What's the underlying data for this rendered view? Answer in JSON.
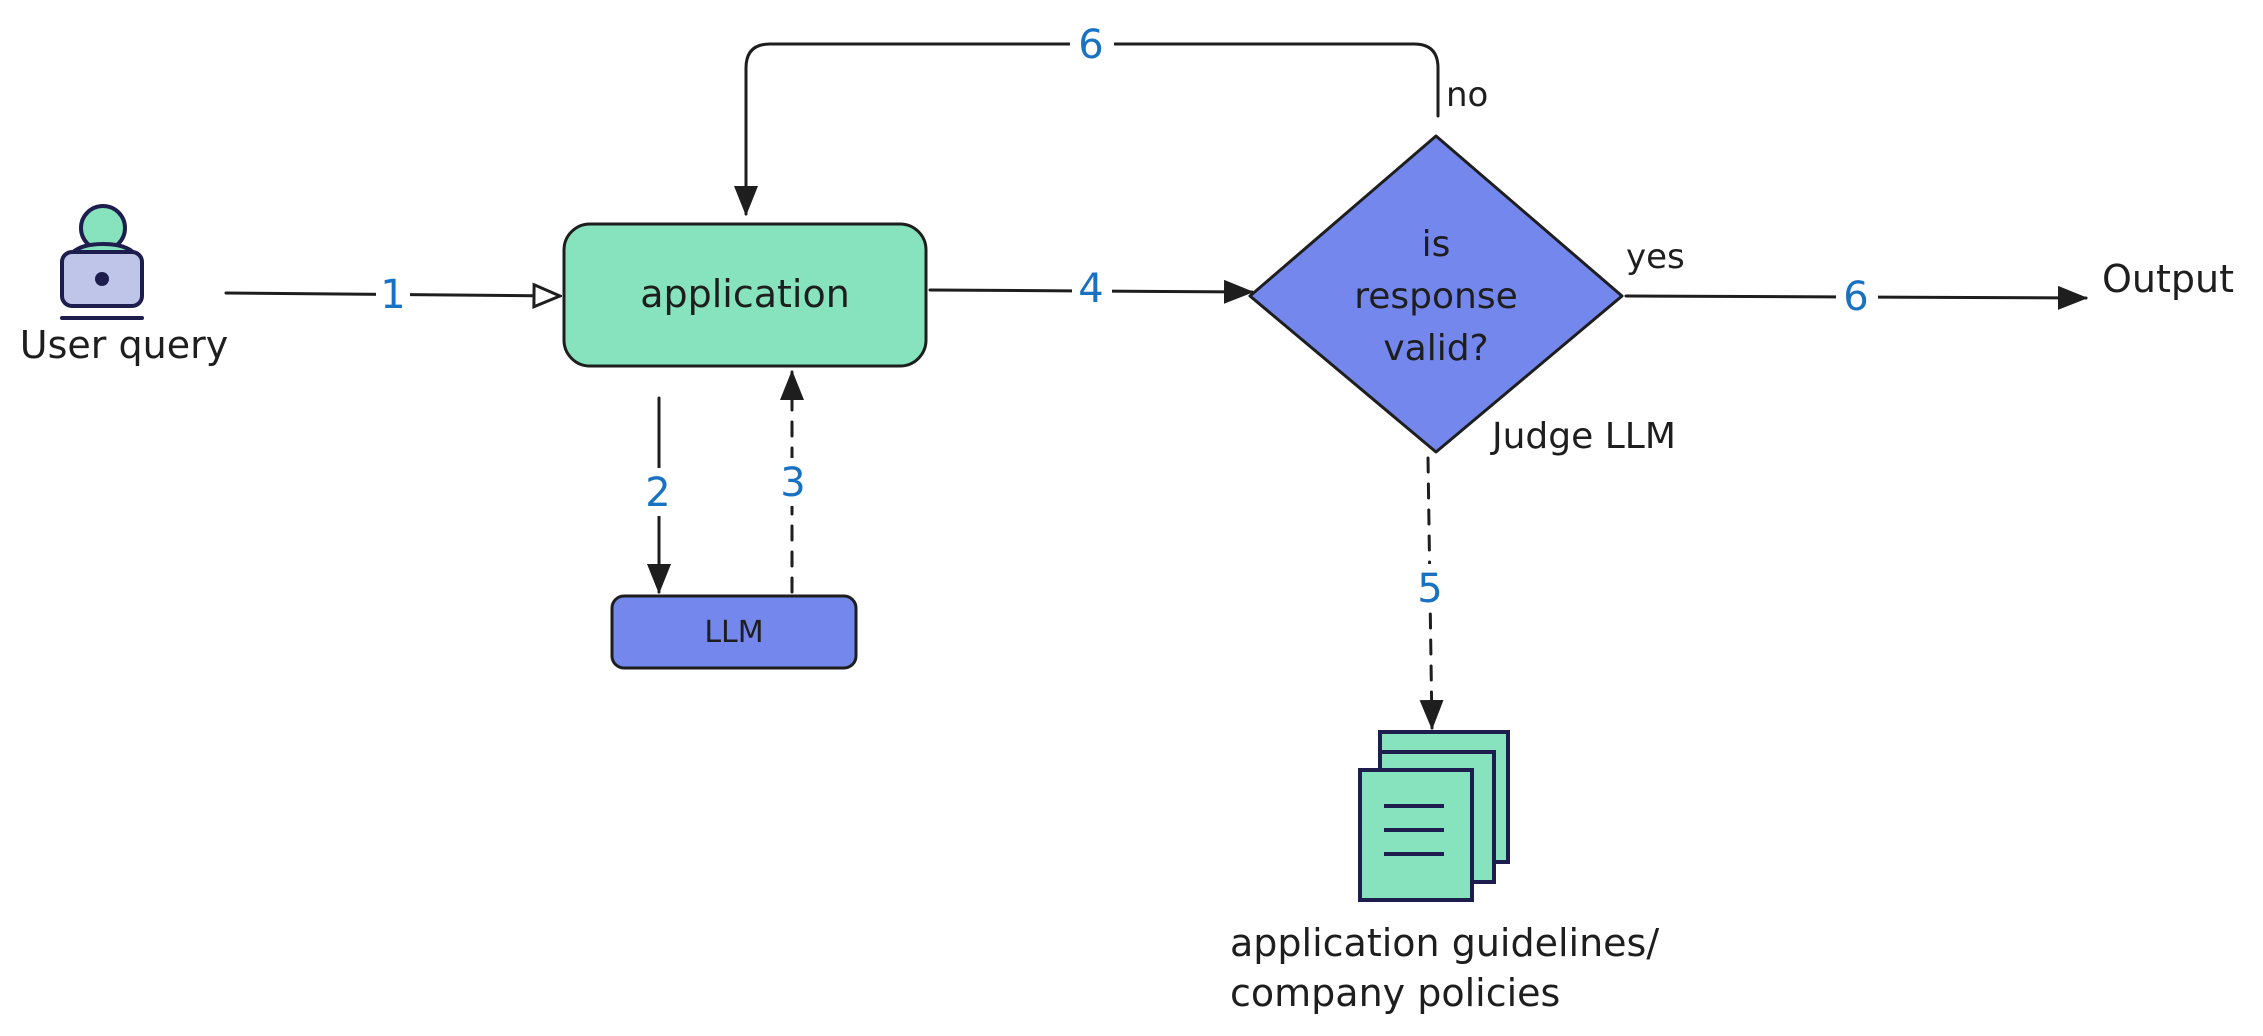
{
  "nodes": {
    "user": {
      "label": "User query"
    },
    "application": {
      "label": "application"
    },
    "llm": {
      "label": "LLM"
    },
    "decision": {
      "lines": [
        "is",
        "response",
        "valid?"
      ],
      "caption": "Judge LLM"
    },
    "output": {
      "label": "Output"
    },
    "documents": {
      "lines": [
        "application guidelines/",
        "company policies"
      ]
    }
  },
  "edges": {
    "user_to_app": {
      "step": "1"
    },
    "app_to_llm": {
      "step": "2"
    },
    "llm_to_app": {
      "step": "3"
    },
    "app_to_decision": {
      "step": "4"
    },
    "decision_to_docs": {
      "step": "5"
    },
    "decision_no": {
      "step": "6",
      "label": "no"
    },
    "decision_yes": {
      "step": "6",
      "label": "yes"
    }
  },
  "colors": {
    "application_fill": "#86e3bd",
    "llm_fill": "#7487ec",
    "decision_fill": "#7487ec",
    "document_fill": "#86e3bd",
    "user_fill": "#86e3bd",
    "laptop_fill": "#bec5e8",
    "stroke": "#1e1e1e",
    "step_number": "#1971c2"
  }
}
